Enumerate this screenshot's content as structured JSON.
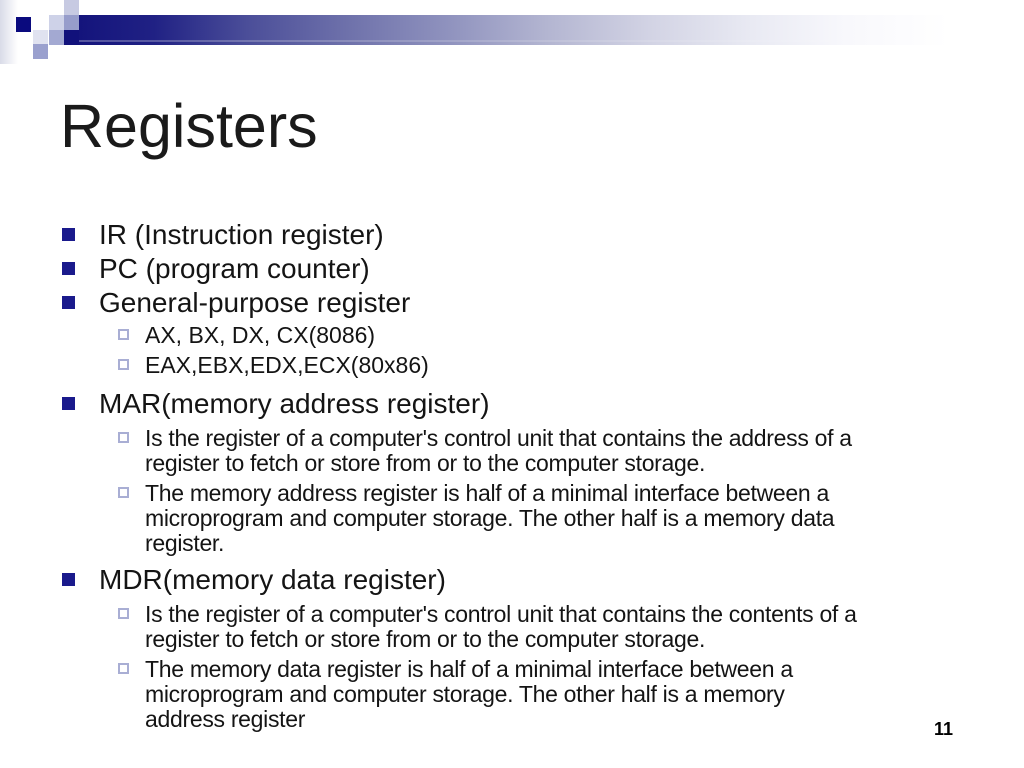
{
  "slide": {
    "title": "Registers",
    "page_number": "11",
    "bullet_style": {
      "level1_icon": "filled-square",
      "level2_icon": "hollow-square"
    },
    "colors": {
      "background": "#ffffff",
      "text": "#141414",
      "title": "#1a1a1a",
      "bullet_navy": "#1a1a8c",
      "bullet_outline": "#a9aed4",
      "banner_dark": "#14147c",
      "banner_light": "#ffffff",
      "deco_navy": "#0a0a7e",
      "deco_lavender": "#c7cae2"
    },
    "bullets": [
      {
        "level": 1,
        "text": "IR (Instruction register)"
      },
      {
        "level": 1,
        "text": "PC (program counter)"
      },
      {
        "level": 1,
        "text": "General-purpose register"
      },
      {
        "level": 2,
        "text": "AX, BX, DX, CX(8086)"
      },
      {
        "level": 2,
        "text": "EAX,EBX,EDX,ECX(80x86)"
      },
      {
        "level": 1,
        "text": "MAR(memory address register)"
      },
      {
        "level": 2,
        "lines": [
          "Is the register of a computer's control unit that contains the address of a",
          "register to fetch or store from or to the computer storage."
        ]
      },
      {
        "level": 2,
        "lines": [
          "The memory address register is half of a minimal interface between a",
          "microprogram and computer storage. The other half is a memory data",
          "register."
        ]
      },
      {
        "level": 1,
        "text": "MDR(memory data register)"
      },
      {
        "level": 2,
        "lines": [
          "Is the register of a computer's control unit that contains the contents of a",
          "register to fetch or store from or to the computer storage."
        ]
      },
      {
        "level": 2,
        "lines": [
          "The memory data register is half of a minimal interface between a",
          "microprogram and computer storage. The other half is a memory",
          "address register"
        ]
      }
    ]
  }
}
